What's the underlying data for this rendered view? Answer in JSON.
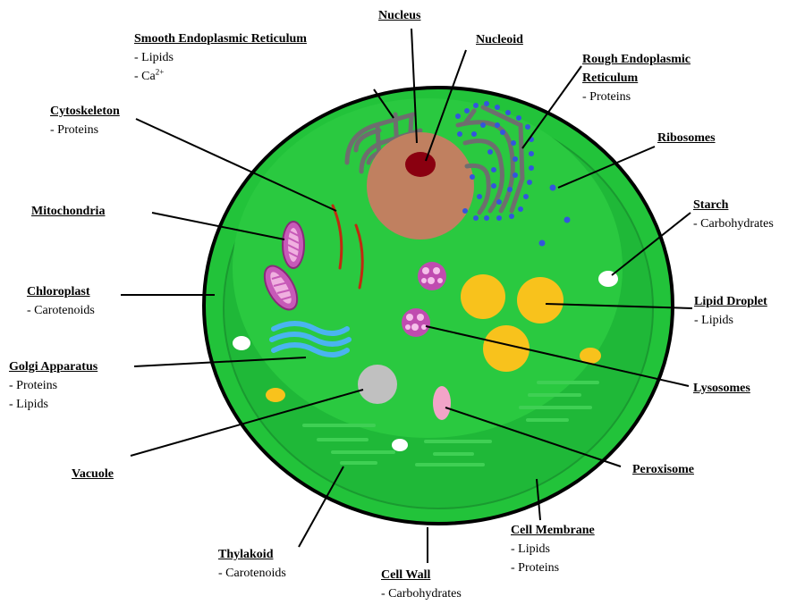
{
  "labels": {
    "nucleus": {
      "title": "Nucleus"
    },
    "nucleoid": {
      "title": "Nucleoid"
    },
    "smooth_er": {
      "title": "Smooth Endoplasmic Reticulum",
      "items": [
        "- Lipids",
        "- Ca"
      ],
      "ca_superscript": "2+"
    },
    "rough_er": {
      "title_line1": "Rough Endoplasmic",
      "title_line2": "Reticulum",
      "items": [
        "- Proteins"
      ]
    },
    "cytoskeleton": {
      "title": "Cytoskeleton",
      "items": [
        "- Proteins"
      ]
    },
    "ribosomes": {
      "title": "Ribosomes"
    },
    "starch": {
      "title": "Starch",
      "items": [
        "- Carbohydrates"
      ]
    },
    "mitochondria": {
      "title": "Mitochondria"
    },
    "chloroplast": {
      "title": "Chloroplast",
      "items": [
        "- Carotenoids"
      ]
    },
    "lipid_droplet": {
      "title": "Lipid Droplet",
      "items": [
        "- Lipids"
      ]
    },
    "golgi": {
      "title": "Golgi Apparatus",
      "items": [
        "- Proteins",
        "- Lipids"
      ]
    },
    "lysosomes": {
      "title": "Lysosomes"
    },
    "vacuole": {
      "title": "Vacuole"
    },
    "peroxisome": {
      "title": "Peroxisome"
    },
    "thylakoid": {
      "title": "Thylakoid",
      "items": [
        "- Carotenoids"
      ]
    },
    "cell_membrane": {
      "title": "Cell Membrane",
      "items": [
        "- Lipids",
        "- Proteins"
      ]
    },
    "cell_wall": {
      "title": "Cell Wall",
      "items": [
        "- Carbohydrates"
      ]
    }
  },
  "colors": {
    "cell_wall": "#22c33a",
    "cytoplasm_outer": "#1fb838",
    "cytoplasm_inner": "#2ac940",
    "outline": "#000000",
    "nucleus": "#c08060",
    "nucleoid": "#8a0010",
    "er": "#6e6e6e",
    "ribosome": "#3355dd",
    "mitochondria": "#c75ab8",
    "golgi": "#4ab4f0",
    "lipid_droplet": "#f8c21c",
    "lysosome": "#c04cb0",
    "vacuole": "#c0c0c0",
    "peroxisome": "#f2a4c8",
    "cytoskeleton": "#c02a10",
    "thylakoid": "#3fd054"
  }
}
